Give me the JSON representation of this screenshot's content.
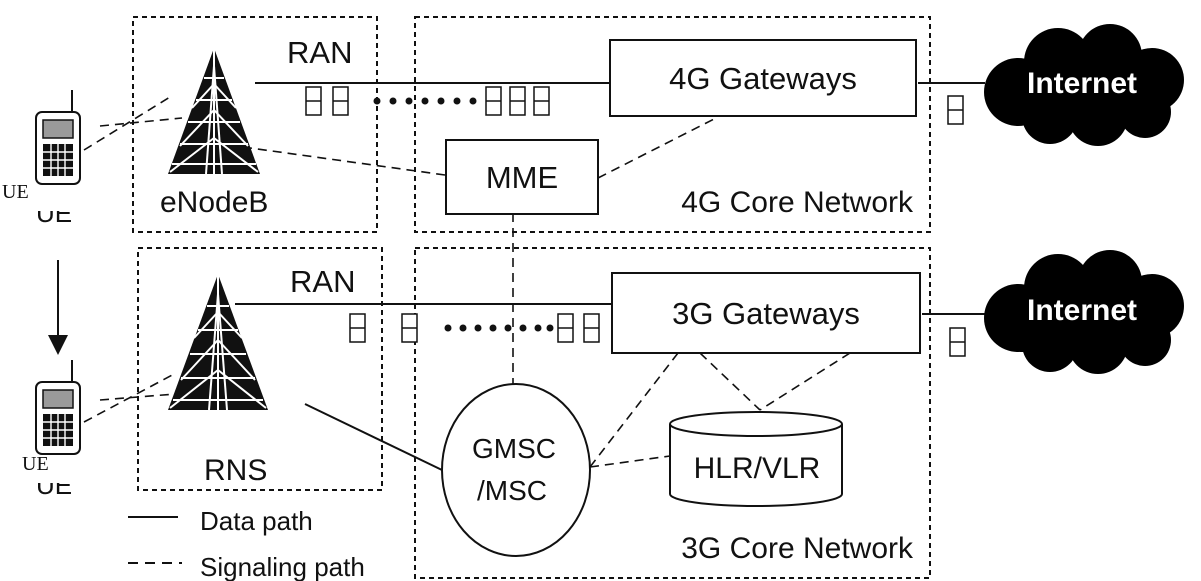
{
  "colors": {
    "line": "#111111",
    "background": "#ffffff",
    "cloud": "#000000",
    "cloud_text": "#ffffff",
    "phone_screen": "#9a9a9a"
  },
  "lte": {
    "ran_label": "RAN",
    "enodeb_label": "eNodeB",
    "core_label": "4G Core Network",
    "gateway_label": "4G Gateways",
    "mme_label": "MME",
    "internet_label": "Internet",
    "ue_label": "UE"
  },
  "umts": {
    "ran_label": "RAN",
    "rns_label": "RNS",
    "core_label": "3G Core Network",
    "gateway_label": "3G Gateways",
    "gmsc_line1": "GMSC",
    "gmsc_line2": "/MSC",
    "hlr_label": "HLR/VLR",
    "internet_label": "Internet",
    "ue_label": "UE"
  },
  "legend": {
    "data_path": "Data path",
    "signaling_path": "Signaling path"
  },
  "icons": {
    "tower": "antenna-tower-icon",
    "phone": "mobile-phone-icon",
    "cloud": "cloud-icon",
    "packet": "packet-icon",
    "database": "database-cylinder-icon"
  }
}
